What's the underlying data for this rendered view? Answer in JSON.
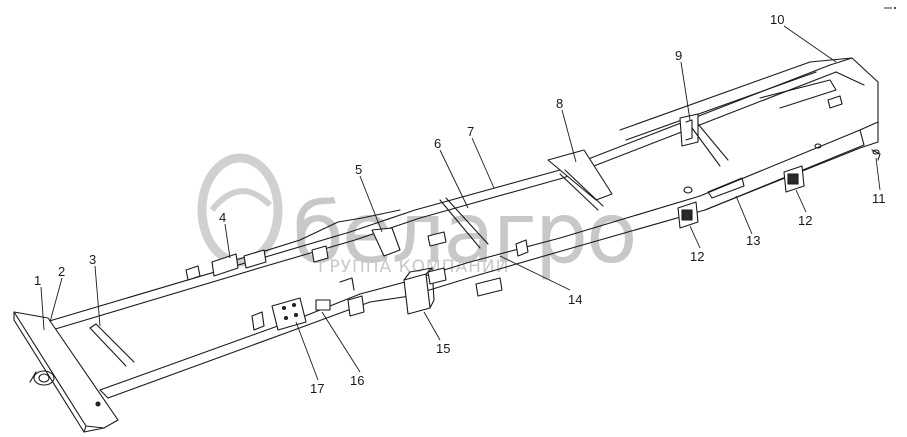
{
  "watermark": {
    "brand": "белагро",
    "subtitle": "ГРУППА КОМПАНИЙ",
    "color": "#c8c8c8"
  },
  "callouts": [
    {
      "id": "c1",
      "label": "1"
    },
    {
      "id": "c2",
      "label": "2"
    },
    {
      "id": "c3",
      "label": "3"
    },
    {
      "id": "c4",
      "label": "4"
    },
    {
      "id": "c5",
      "label": "5"
    },
    {
      "id": "c6",
      "label": "6"
    },
    {
      "id": "c7",
      "label": "7"
    },
    {
      "id": "c8",
      "label": "8"
    },
    {
      "id": "c9",
      "label": "9"
    },
    {
      "id": "c10",
      "label": "10"
    },
    {
      "id": "c11",
      "label": "11"
    },
    {
      "id": "c12a",
      "label": "12"
    },
    {
      "id": "c12b",
      "label": "12"
    },
    {
      "id": "c13",
      "label": "13"
    },
    {
      "id": "c14",
      "label": "14"
    },
    {
      "id": "c15",
      "label": "15"
    },
    {
      "id": "c16",
      "label": "16"
    },
    {
      "id": "c17",
      "label": "17"
    }
  ]
}
